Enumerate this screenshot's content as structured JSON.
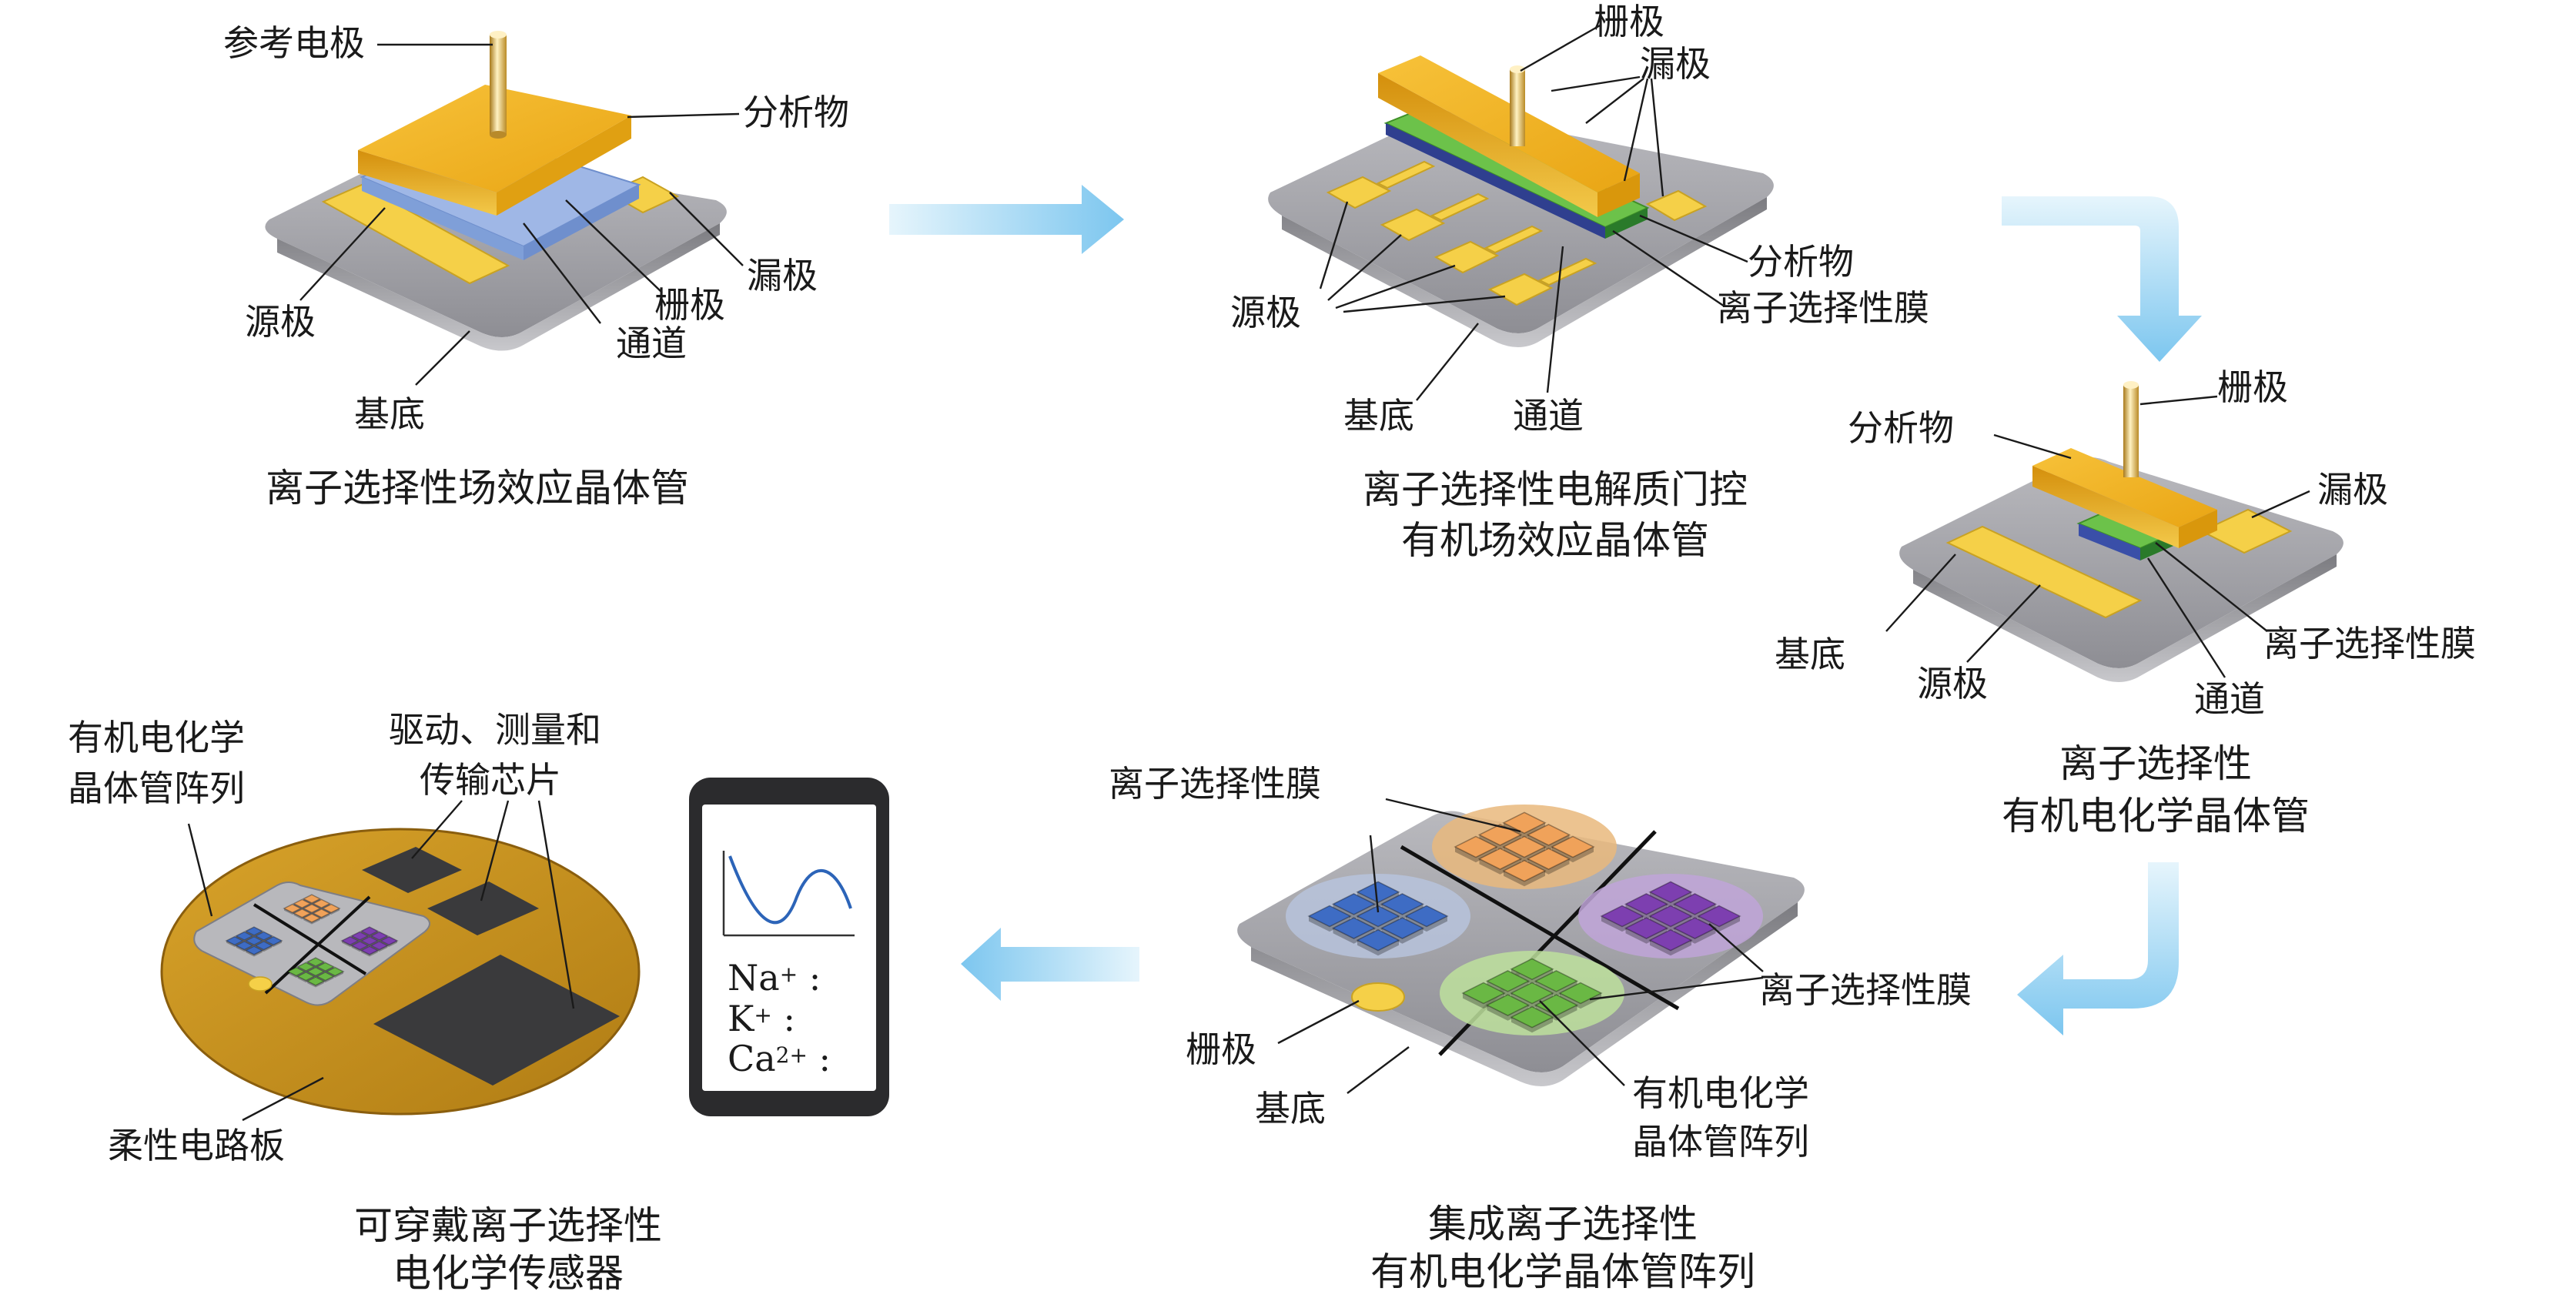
{
  "colors": {
    "substrate": "#a9a9ae",
    "gold": "#f0b41e",
    "electrode": "#f5d048",
    "channel": "#9fb7e6",
    "membrane": "#6cc24a",
    "arrow": "#8fd0f2",
    "chip": "#3a3a3c",
    "pcb": "#c9931e",
    "blue": "#3e6cc4",
    "orange": "#f0a25a",
    "purple": "#7d3fb0",
    "green": "#6ab844"
  },
  "panel1": {
    "labels": {
      "ref_electrode": "参考电极",
      "analyte": "分析物",
      "drain": "漏极",
      "gate": "栅极",
      "channel": "通道",
      "source": "源极",
      "substrate": "基底"
    },
    "caption": "离子选择性场效应晶体管"
  },
  "panel2": {
    "labels": {
      "gate": "栅极",
      "drain": "漏极",
      "analyte": "分析物",
      "membrane": "离子选择性膜",
      "source": "源极",
      "substrate": "基底",
      "channel": "通道"
    },
    "caption_line1": "离子选择性电解质门控",
    "caption_line2": "有机场效应晶体管"
  },
  "panel3": {
    "labels": {
      "gate": "栅极",
      "analyte": "分析物",
      "drain": "漏极",
      "substrate": "基底",
      "membrane": "离子选择性膜",
      "source": "源极",
      "channel": "通道"
    },
    "caption_line1": "离子选择性",
    "caption_line2": "有机电化学晶体管"
  },
  "panel4": {
    "labels": {
      "membrane_top": "离子选择性膜",
      "membrane_right": "离子选择性膜",
      "gate": "栅极",
      "substrate": "基底",
      "array_line1": "有机电化学",
      "array_line2": "晶体管阵列"
    },
    "caption_line1": "集成离子选择性",
    "caption_line2": "有机电化学晶体管阵列"
  },
  "panel5": {
    "labels": {
      "array_line1": "有机电化学",
      "array_line2": "晶体管阵列",
      "chips_line1": "驱动、测量和",
      "chips_line2": "传输芯片",
      "pcb": "柔性电路板"
    },
    "phone": {
      "ion1": "Na",
      "ion1_sup": "+",
      "ion2": "K",
      "ion2_sup": "+",
      "ion3": "Ca",
      "ion3_sup": "2+",
      "colon": ":"
    },
    "caption_line1": "可穿戴离子选择性",
    "caption_line2": "电化学传感器"
  }
}
